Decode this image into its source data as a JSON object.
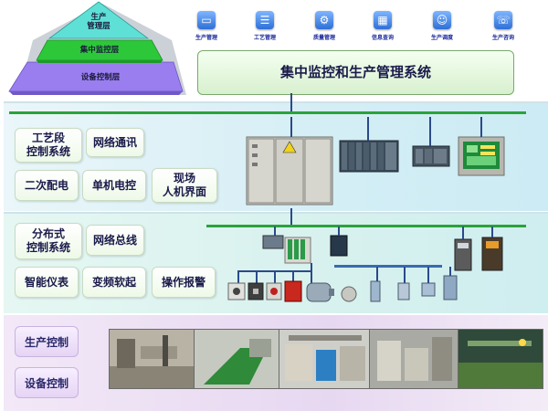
{
  "pyramid": {
    "top": [
      "生产",
      "管理层"
    ],
    "middle": "集中监控层",
    "bottom": "设备控制层",
    "colors": {
      "top": "#5fe0d6",
      "middle": "#2dc83a",
      "bottom": "#9a7ef0"
    }
  },
  "top_icons": [
    {
      "icon": "monitor-icon",
      "label": "生产管理"
    },
    {
      "icon": "document-icon",
      "label": "工艺管理"
    },
    {
      "icon": "gears-icon",
      "label": "质量管理"
    },
    {
      "icon": "database-icon",
      "label": "信息查询"
    },
    {
      "icon": "people-icon",
      "label": "生产调度"
    },
    {
      "icon": "phone-icon",
      "label": "生产咨询"
    }
  ],
  "title": "集中监控和生产管理系统",
  "panel1": {
    "boxes": [
      {
        "lines": [
          "工艺段",
          "控制系统"
        ]
      },
      {
        "lines": [
          "网络通讯"
        ]
      },
      {
        "lines": [
          "二次配电"
        ]
      },
      {
        "lines": [
          "单机电控"
        ]
      },
      {
        "lines": [
          "现场",
          "人机界面"
        ]
      }
    ]
  },
  "panel2": {
    "boxes": [
      {
        "lines": [
          "分布式",
          "控制系统"
        ]
      },
      {
        "lines": [
          "网络总线"
        ]
      },
      {
        "lines": [
          "智能仪表"
        ]
      },
      {
        "lines": [
          "变频软起"
        ]
      },
      {
        "lines": [
          "操作报警"
        ]
      }
    ]
  },
  "panel3": {
    "boxes": [
      "生产控制",
      "设备控制"
    ]
  },
  "colors": {
    "bus": "#2aa33a",
    "title_border": "#7aa96a",
    "icon_label": "#1b2a9a"
  }
}
